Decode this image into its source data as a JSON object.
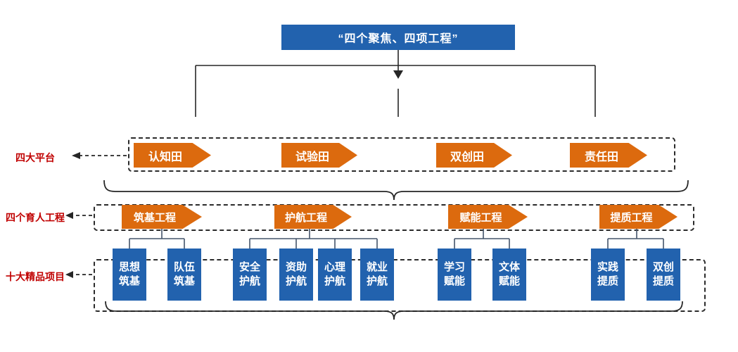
{
  "colors": {
    "box_blue": "#2262AE",
    "arrow_orange": "#DC6A0E",
    "label_red": "#C00000",
    "line_black": "#262626",
    "tree_line_slate": "#44546A"
  },
  "title_box": {
    "label": "“四个聚焦、四项工程”"
  },
  "platforms": {
    "side_label": "四大平台",
    "items": [
      {
        "label": "认知田"
      },
      {
        "label": "试验田"
      },
      {
        "label": "双创田"
      },
      {
        "label": "责任田"
      }
    ]
  },
  "projects": {
    "side_label": "四个育人工程",
    "items": [
      {
        "label": "筑基工程"
      },
      {
        "label": "护航工程"
      },
      {
        "label": "赋能工程"
      },
      {
        "label": "提质工程"
      }
    ]
  },
  "programs": {
    "side_label": "十大精品项目",
    "items": [
      {
        "label": "思想\n筑基"
      },
      {
        "label": "队伍\n筑基"
      },
      {
        "label": "安全\n护航"
      },
      {
        "label": "资助\n护航"
      },
      {
        "label": "心理\n护航"
      },
      {
        "label": "就业\n护航"
      },
      {
        "label": "学习\n赋能"
      },
      {
        "label": "文体\n赋能"
      },
      {
        "label": "实践\n提质"
      },
      {
        "label": "双创\n提质"
      }
    ]
  }
}
